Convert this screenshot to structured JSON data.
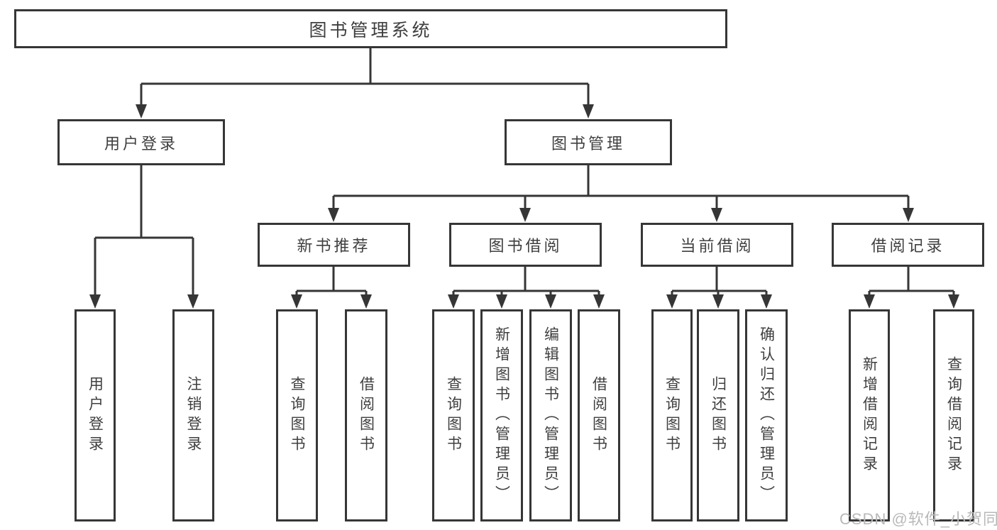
{
  "watermark": "CSDN @软件_小贺同学",
  "colors": {
    "line": "#363636",
    "text": "#3f3f3f",
    "box_background": "#ffffff",
    "watermark": "#b9b9b9"
  },
  "tree": {
    "root": {
      "label": "图书管理系统"
    },
    "login_branch": {
      "label": "用户登录",
      "children": [
        {
          "label": "用户登录"
        },
        {
          "label": "注销登录"
        }
      ]
    },
    "management_branch": {
      "label": "图书管理",
      "groups": [
        {
          "label": "新书推荐",
          "children": [
            {
              "label": "查询图书"
            },
            {
              "label": "借阅图书"
            }
          ]
        },
        {
          "label": "图书借阅",
          "children": [
            {
              "label": "查询图书"
            },
            {
              "label": "新增图书（管理员）"
            },
            {
              "label": "编辑图书（管理员）"
            },
            {
              "label": "借阅图书"
            }
          ]
        },
        {
          "label": "当前借阅",
          "children": [
            {
              "label": "查询图书"
            },
            {
              "label": "归还图书"
            },
            {
              "label": "确认归还（管理员）"
            }
          ]
        },
        {
          "label": "借阅记录",
          "children": [
            {
              "label": "新增借阅记录"
            },
            {
              "label": "查询借阅记录"
            }
          ]
        }
      ]
    }
  }
}
